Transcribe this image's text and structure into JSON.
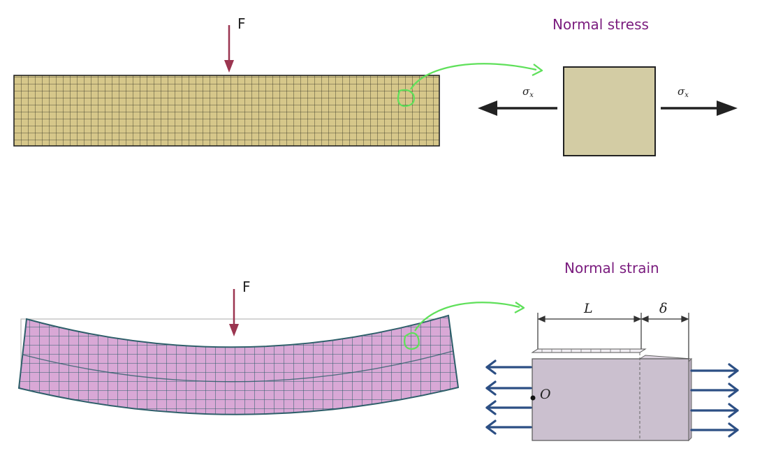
{
  "top": {
    "force_label": "F",
    "title": "Normal stress",
    "sigma_left": "σ",
    "sigma_right": "σ",
    "sigma_sub": "x"
  },
  "bottom": {
    "force_label": "F",
    "title": "Normal strain",
    "length_label": "L",
    "delta_label": "δ",
    "origin_label": "O"
  },
  "colors": {
    "beam_fill": "#d6c78a",
    "element_fill": "#d3cca4",
    "deformed_fill": "#d9a8d6",
    "deformed_mesh": "#2e5f6a",
    "force_arrow": "#9b3550",
    "zoom_callout": "#5fe05a",
    "title_text": "#7a1c7e",
    "strain_arrow": "#2c4f84",
    "strain_block": "#cbc0cf"
  }
}
